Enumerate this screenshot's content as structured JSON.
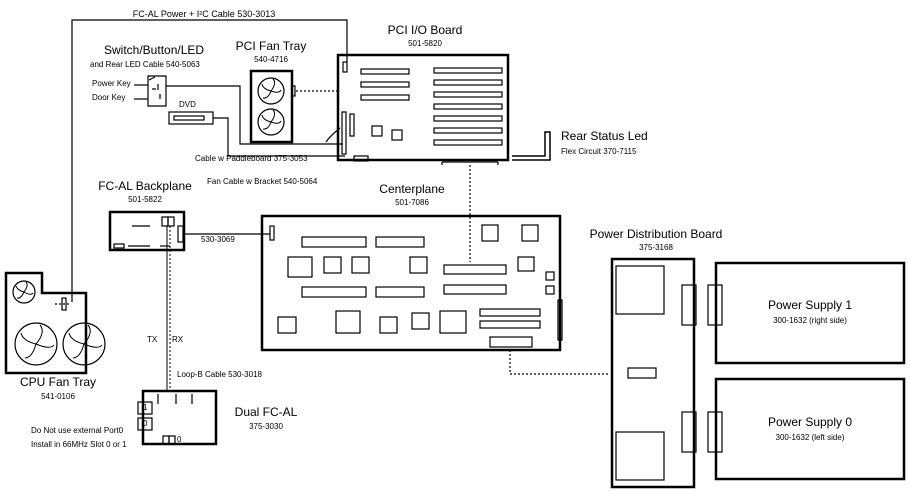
{
  "labels": {
    "cable_530_3013": "FC-AL Power + I²C Cable 530-3013",
    "switch_title": "Switch/Button/LED",
    "switch_sub": "and  Rear  LED  Cable  540-5063",
    "power_key": "Power Key",
    "door_key": "Door Key",
    "dvd": "DVD",
    "pci_fan_title": "PCI Fan Tray",
    "pci_fan_pn": "540-4716",
    "pci_io_title": "PCI I/O Board",
    "pci_io_pn": "501-5820",
    "rear_status_title": "Rear Status Led",
    "rear_status_sub": "Flex  Circuit  370-7115",
    "paddleboard_cable": "Cable  w  Paddleboard  375-3053",
    "fan_cable": "Fan Cable w Bracket 540-5064",
    "fcal_bp_title": "FC-AL Backplane",
    "fcal_bp_pn": "501-5822",
    "centerplane_title": "Centerplane",
    "centerplane_pn": "501-7086",
    "cable_530_3069": "530-3069",
    "pdb_title": "Power Distribution Board",
    "pdb_pn": "375-3168",
    "ps1_title": "Power Supply 1",
    "ps1_sub": "300-1632  (right  side)",
    "ps0_title": "Power Supply 0",
    "ps0_sub": "300-1632  (left  side)",
    "tx": "TX",
    "rx": "RX",
    "loopb": "Loop-B  Cable  530-3018",
    "cpu_fan_title": "CPU Fan Tray",
    "cpu_fan_pn": "541-0106",
    "dual_fcal_title": "Dual FC-AL",
    "dual_fcal_pn": "375-3030",
    "note1": "Do Not use external Port0",
    "note2": "Install in 66MHz Slot 0 or 1",
    "port1": "1",
    "port0": "0",
    "port0b": "0"
  }
}
